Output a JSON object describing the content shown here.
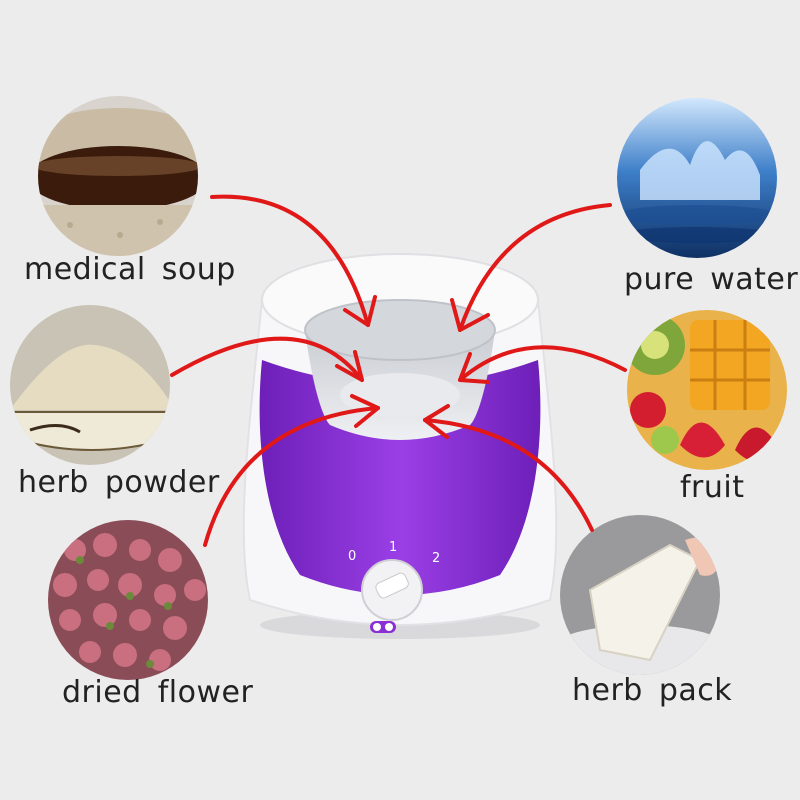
{
  "labels": {
    "medical_soup": "medical soup",
    "pure_water": "pure water",
    "herb_powder": "herb powder",
    "fruit": "fruit",
    "dried_flower": "dried flower",
    "herb_pack": "herb pack"
  },
  "dial": {
    "mark_0": "0",
    "mark_1": "1",
    "mark_2": "2"
  },
  "colors": {
    "background": "#ececec",
    "arrow": "#e01818",
    "device_purple": "#8a2fd6",
    "device_white": "#f7f7f9"
  }
}
